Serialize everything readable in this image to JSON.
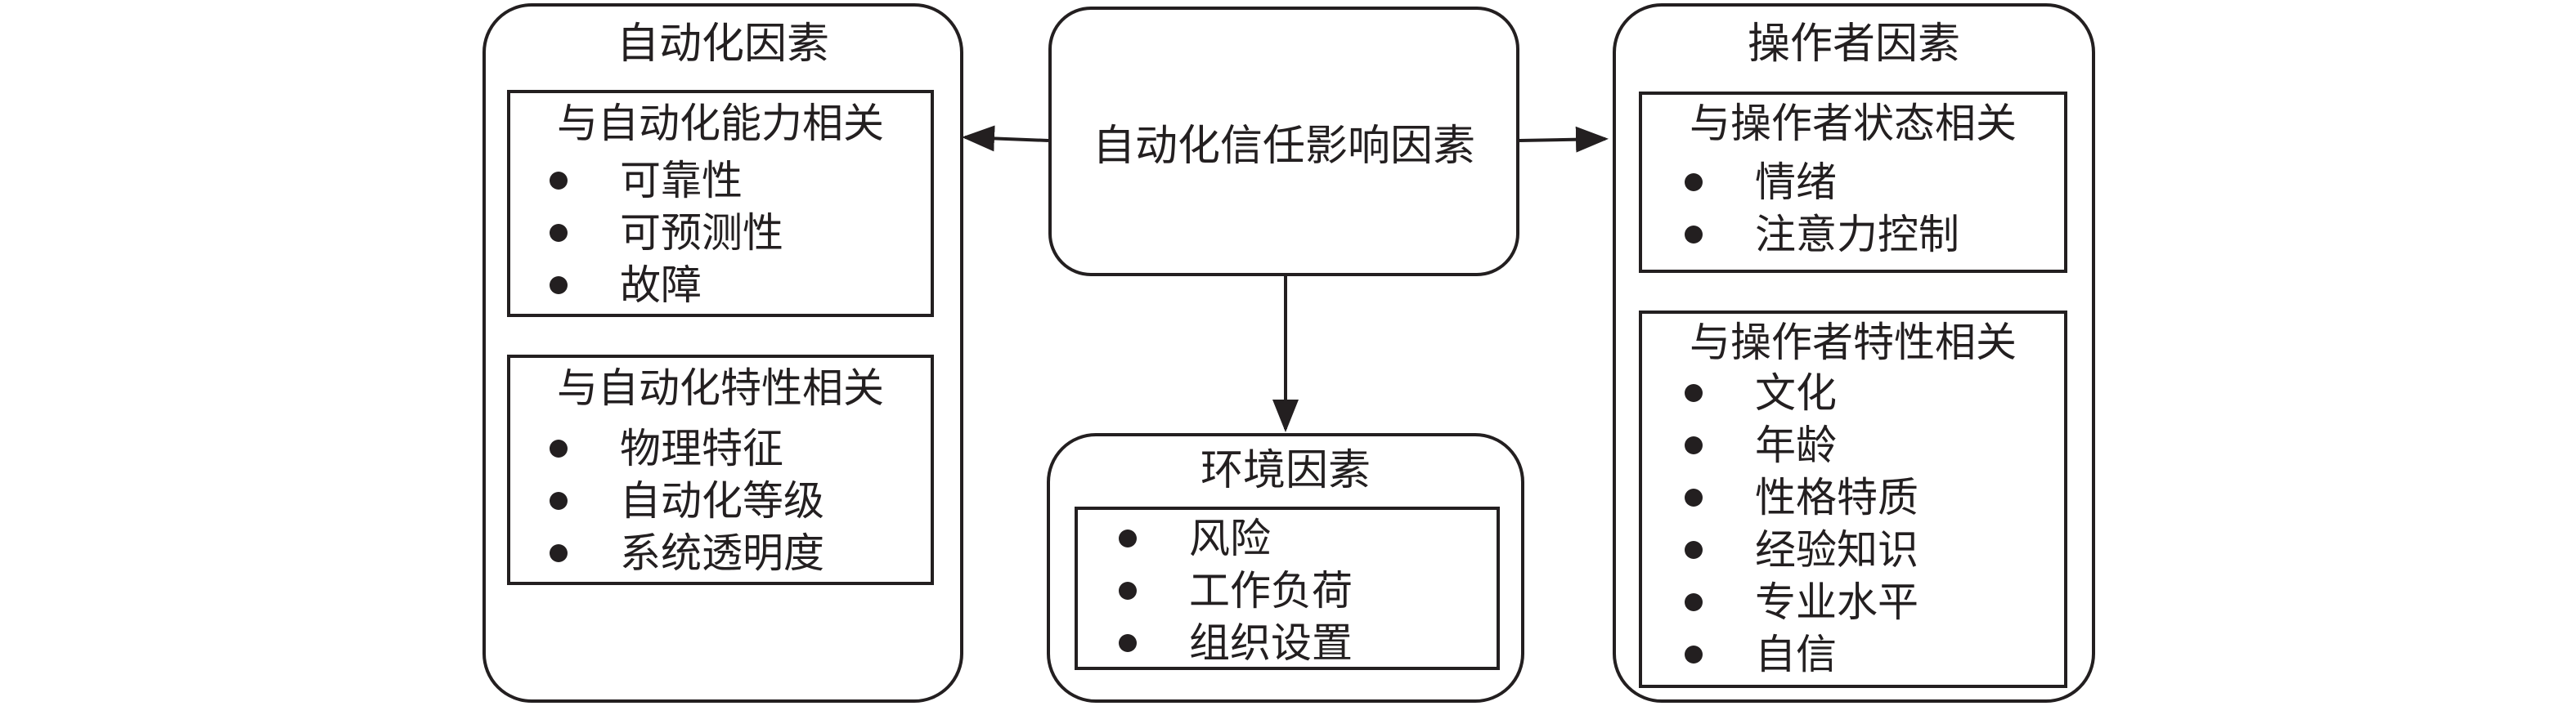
{
  "center": {
    "label": "自动化信任影响因素"
  },
  "automation": {
    "title": "自动化因素",
    "capability": {
      "title": "与自动化能力相关",
      "items": [
        "可靠性",
        "可预测性",
        "故障"
      ]
    },
    "characteristics": {
      "title": "与自动化特性相关",
      "items": [
        "物理特征",
        "自动化等级",
        "系统透明度"
      ]
    }
  },
  "environment": {
    "title": "环境因素",
    "items": [
      "风险",
      "工作负荷",
      "组织设置"
    ]
  },
  "operator": {
    "title": "操作者因素",
    "state": {
      "title": "与操作者状态相关",
      "items": [
        "情绪",
        "注意力控制"
      ]
    },
    "traits": {
      "title": "与操作者特性相关",
      "items": [
        "文化",
        "年龄",
        "性格特质",
        "经验知识",
        "专业水平",
        "自信"
      ]
    }
  },
  "colors": {
    "line": "#231f20",
    "background": "#ffffff"
  }
}
